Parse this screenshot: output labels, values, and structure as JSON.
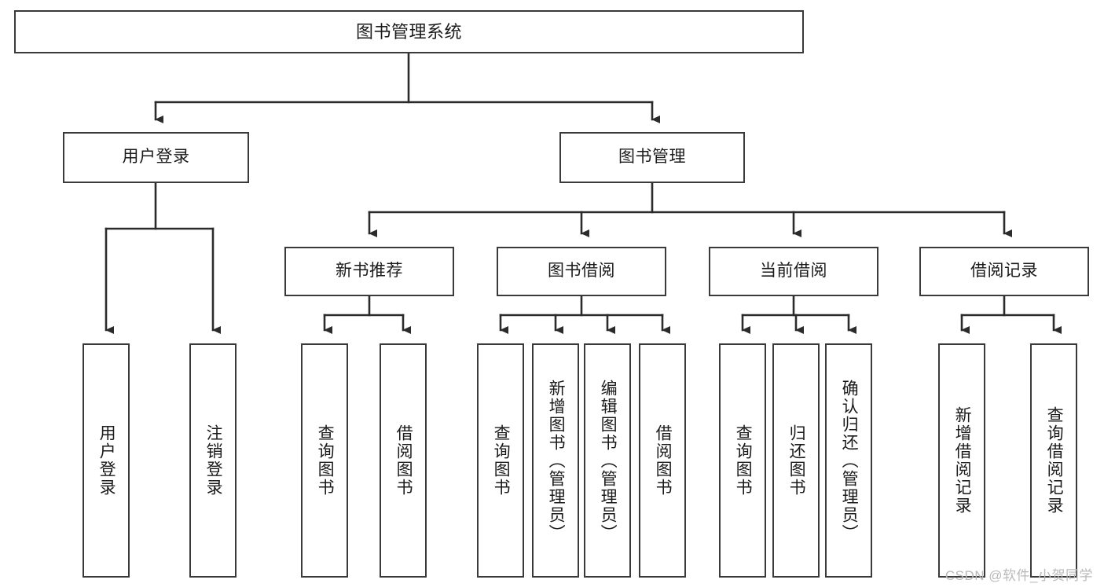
{
  "diagram": {
    "title": "图书管理系统",
    "type": "tree-hierarchy-chart",
    "watermark": "CSDN @软件_小贺同学",
    "colors": {
      "background": "#ffffff",
      "node_border": "#3a3a3a",
      "node_fill": "#ffffff",
      "edge": "#2b2b2b",
      "text": "#1a1a1a",
      "watermark": "#b9b9b9"
    },
    "nodes": {
      "root": {
        "label": "图书管理系统"
      },
      "level2": [
        {
          "id": "user-login",
          "label": "用户登录"
        },
        {
          "id": "book-manage",
          "label": "图书管理"
        }
      ],
      "level3": [
        {
          "id": "new-book-recommend",
          "label": "新书推荐"
        },
        {
          "id": "book-borrow",
          "label": "图书借阅"
        },
        {
          "id": "current-borrow",
          "label": "当前借阅"
        },
        {
          "id": "borrow-record",
          "label": "借阅记录"
        }
      ],
      "leaves": [
        {
          "id": "leaf-user-login",
          "label": "用户登录",
          "parent": "user-login"
        },
        {
          "id": "leaf-logout-login",
          "label": "注销登录",
          "parent": "user-login"
        },
        {
          "id": "leaf-query-book-1",
          "label": "查询图书",
          "parent": "new-book-recommend"
        },
        {
          "id": "leaf-borrow-book-1",
          "label": "借阅图书",
          "parent": "new-book-recommend"
        },
        {
          "id": "leaf-query-book-2",
          "label": "查询图书",
          "parent": "book-borrow"
        },
        {
          "id": "leaf-add-book",
          "label": "新增图书（管理员）",
          "parent": "book-borrow"
        },
        {
          "id": "leaf-edit-book",
          "label": "编辑图书（管理员）",
          "parent": "book-borrow"
        },
        {
          "id": "leaf-borrow-book-2",
          "label": "借阅图书",
          "parent": "book-borrow"
        },
        {
          "id": "leaf-query-book-3",
          "label": "查询图书",
          "parent": "current-borrow"
        },
        {
          "id": "leaf-return-book",
          "label": "归还图书",
          "parent": "current-borrow"
        },
        {
          "id": "leaf-confirm-return",
          "label": "确认归还（管理员）",
          "parent": "current-borrow"
        },
        {
          "id": "leaf-add-record",
          "label": "新增借阅记录",
          "parent": "borrow-record"
        },
        {
          "id": "leaf-query-record",
          "label": "查询借阅记录",
          "parent": "borrow-record"
        }
      ]
    }
  }
}
